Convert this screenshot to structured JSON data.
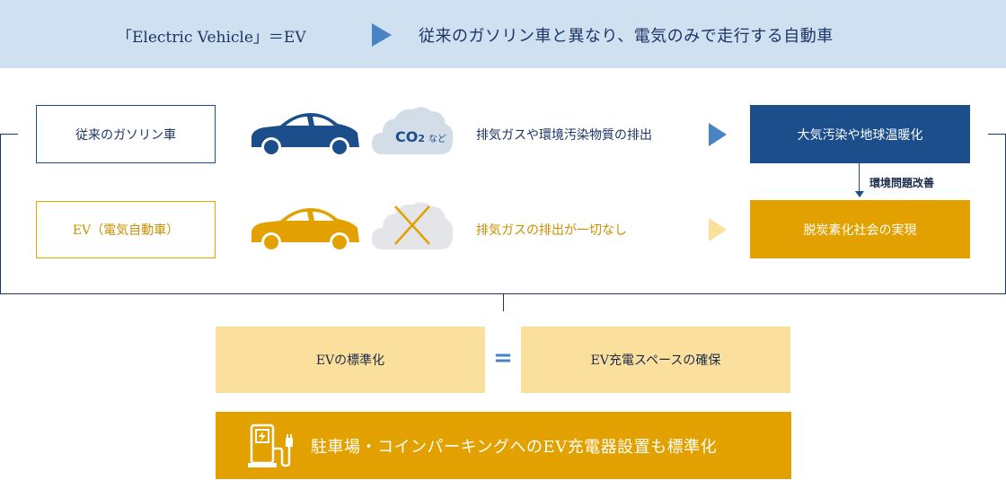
{
  "header": {
    "definition": "「Electric Vehicle」＝EV",
    "description": "従来のガソリン車と異なり、電気のみで走行する自動車"
  },
  "rows": {
    "gasoline": {
      "label": "従来のガソリン車",
      "cloud_label_main": "CO",
      "cloud_label_sub": "2",
      "cloud_label_suffix": "など",
      "emission_text": "排気ガスや環境汚染物質の排出",
      "result": "大気汚染や地球温暖化"
    },
    "ev": {
      "label": "EV（電気自動車）",
      "emission_text": "排気ガスの排出が一切なし",
      "result": "脱炭素化社会の実現"
    },
    "improvement_label": "環境問題改善"
  },
  "standardization": {
    "left": "EVの標準化",
    "equals": "=",
    "right": "EV充電スペースの確保"
  },
  "bottom_banner": {
    "text": "駐車場・コインパーキングへのEV充電器設置も標準化"
  },
  "colors": {
    "navy": "#1c4e8c",
    "header_bg": "#cfe0f0",
    "arrow_blue": "#4a83c4",
    "amber": "#e3a100",
    "light_amber": "#fbdf9c"
  }
}
